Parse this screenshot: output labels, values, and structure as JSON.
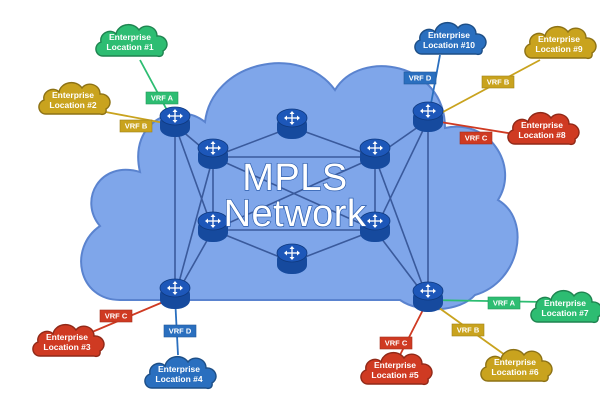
{
  "title": {
    "line1": "MPLS",
    "line2": "Network"
  },
  "colors": {
    "cloud": "#7fa6ea",
    "cloud_edge": "#5a83cf",
    "router": "#1d57b9",
    "link": "#3a5a9c",
    "green": "#2dbd72",
    "gold": "#c9a31e",
    "red": "#cf3a22",
    "blue": "#2a6fbf"
  },
  "locations": [
    {
      "id": "loc1",
      "line1": "Enterprise",
      "line2": "Location #1",
      "color": "green"
    },
    {
      "id": "loc2",
      "line1": "Enterprise",
      "line2": "Location #2",
      "color": "gold"
    },
    {
      "id": "loc3",
      "line1": "Enterprise",
      "line2": "Location #3",
      "color": "red"
    },
    {
      "id": "loc4",
      "line1": "Enterprise",
      "line2": "Location #4",
      "color": "blue"
    },
    {
      "id": "loc5",
      "line1": "Enterprise",
      "line2": "Location #5",
      "color": "red"
    },
    {
      "id": "loc6",
      "line1": "Enterprise",
      "line2": "Location #6",
      "color": "gold"
    },
    {
      "id": "loc7",
      "line1": "Enterprise",
      "line2": "Location #7",
      "color": "green"
    },
    {
      "id": "loc8",
      "line1": "Enterprise",
      "line2": "Location #8",
      "color": "red"
    },
    {
      "id": "loc9",
      "line1": "Enterprise",
      "line2": "Location #9",
      "color": "gold"
    },
    {
      "id": "loc10",
      "line1": "Enterprise",
      "line2": "Location #10",
      "color": "blue"
    }
  ],
  "vrf_tags": [
    {
      "id": "tag-loc1",
      "label": "VRF A",
      "color": "green"
    },
    {
      "id": "tag-loc2",
      "label": "VRF B",
      "color": "gold"
    },
    {
      "id": "tag-loc3",
      "label": "VRF C",
      "color": "red"
    },
    {
      "id": "tag-loc4",
      "label": "VRF D",
      "color": "blue"
    },
    {
      "id": "tag-loc5",
      "label": "VRF C",
      "color": "red"
    },
    {
      "id": "tag-loc6",
      "label": "VRF B",
      "color": "gold"
    },
    {
      "id": "tag-loc7",
      "label": "VRF A",
      "color": "green"
    },
    {
      "id": "tag-loc8",
      "label": "VRF C",
      "color": "red"
    },
    {
      "id": "tag-loc9",
      "label": "VRF B",
      "color": "gold"
    },
    {
      "id": "tag-loc10",
      "label": "VRF D",
      "color": "blue"
    }
  ]
}
